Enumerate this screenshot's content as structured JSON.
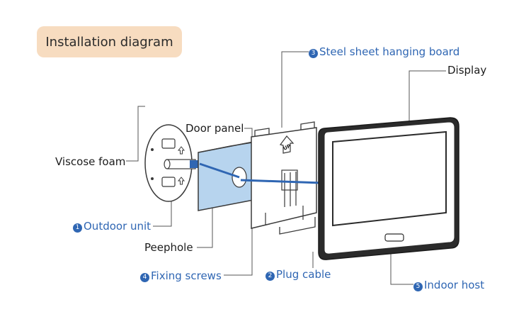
{
  "title": "Installation diagram",
  "labels": {
    "steel_sheet": {
      "num": "3",
      "text": "Steel sheet hanging board"
    },
    "display": {
      "text": "Display"
    },
    "door_panel": {
      "text": "Door panel"
    },
    "viscose_foam": {
      "text": "Viscose foam"
    },
    "outdoor_unit": {
      "num": "1",
      "text": "Outdoor unit"
    },
    "peephole": {
      "text": "Peephole"
    },
    "fixing_screws": {
      "num": "4",
      "text": "Fixing screws"
    },
    "plug_cable": {
      "num": "2",
      "text": "Plug cable"
    },
    "indoor_host": {
      "num": "5",
      "text": "Indoor host"
    }
  },
  "plate_text": "UP",
  "colors": {
    "title_bg": "#f7dcc0",
    "label_blue": "#2f66b3",
    "door_panel_fill": "#b7d4ee",
    "cable_blue": "#2f66b3",
    "outline": "#3a3a3a"
  }
}
